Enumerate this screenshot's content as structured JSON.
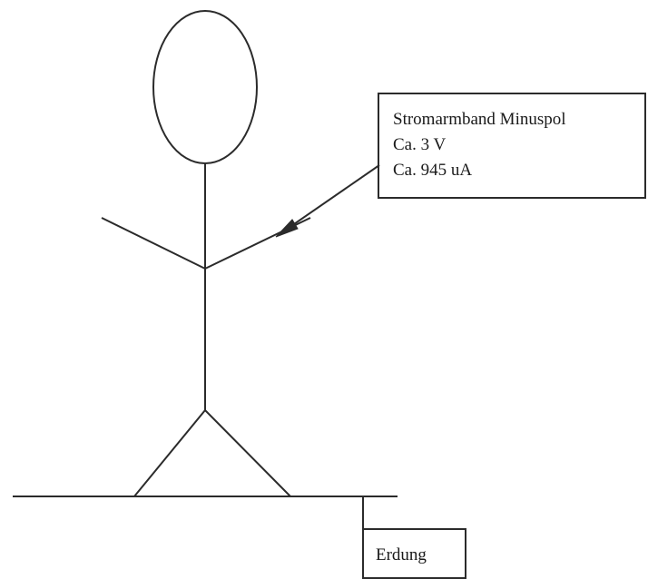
{
  "callout": {
    "line1": "Stromarmband Minuspol",
    "line2": "Ca. 3 V",
    "line3": "Ca. 945 uA"
  },
  "ground": {
    "label": "Erdung"
  }
}
